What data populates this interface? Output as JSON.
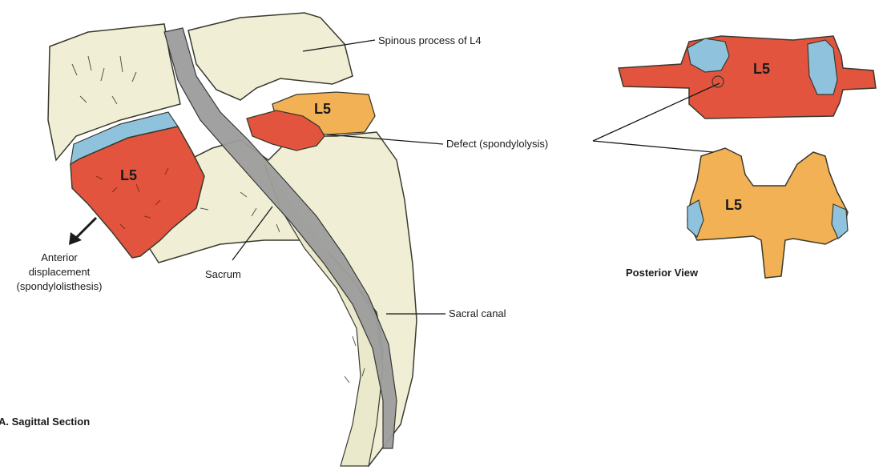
{
  "labels": {
    "spinous_process": "Spinous process of L4",
    "defect": "Defect (spondylolysis)",
    "anterior_line1": "Anterior",
    "anterior_line2": "displacement",
    "anterior_line3": "(spondylolisthesis)",
    "sacrum": "Sacrum",
    "sacral_canal": "Sacral canal",
    "vertebra_body": "L5",
    "vertebra_arch": "L5",
    "vertebra_top_view": "L5",
    "vertebra_posterior_view": "L5"
  },
  "captions": {
    "sagittal": "A. Sagittal Section",
    "posterior": "Posterior View"
  },
  "colors": {
    "bone": "#f0efd6",
    "bone_outline": "#3a3a2e",
    "vertebral_body_red": "#e2543d",
    "arch_orange": "#f2b154",
    "cartilage_blue": "#8fc3dd",
    "canal_gray": "#9d9d9d"
  }
}
